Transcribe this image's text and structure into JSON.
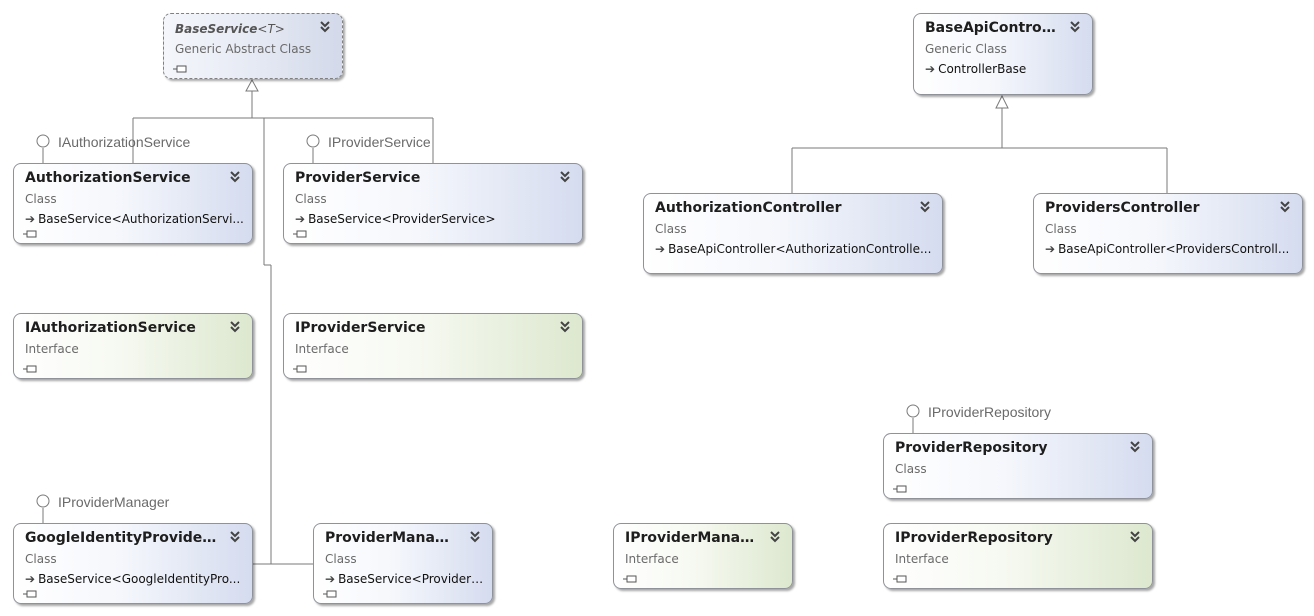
{
  "boxes": {
    "base_service": {
      "name": "BaseService",
      "type_param": "<T>",
      "stereotype": "Generic Abstract Class"
    },
    "base_api_controller": {
      "name": "BaseApiControll...",
      "stereotype": "Generic Class",
      "inherits": "ControllerBase"
    },
    "authorization_service": {
      "name": "AuthorizationService",
      "stereotype": "Class",
      "inherits": "BaseService<AuthorizationServi..."
    },
    "provider_service": {
      "name": "ProviderService",
      "stereotype": "Class",
      "inherits": "BaseService<ProviderService>"
    },
    "authorization_controller": {
      "name": "AuthorizationController",
      "stereotype": "Class",
      "inherits": "BaseApiController<AuthorizationControlle..."
    },
    "providers_controller": {
      "name": "ProvidersController",
      "stereotype": "Class",
      "inherits": "BaseApiController<ProvidersControll..."
    },
    "iauthorization_service": {
      "name": "IAuthorizationService",
      "stereotype": "Interface"
    },
    "iprovider_service": {
      "name": "IProviderService",
      "stereotype": "Interface"
    },
    "provider_repository": {
      "name": "ProviderRepository",
      "stereotype": "Class"
    },
    "google_identity_provider": {
      "name": "GoogleIdentityProvider...",
      "stereotype": "Class",
      "inherits": "BaseService<GoogleIdentityPro..."
    },
    "provider_manager": {
      "name": "ProviderManager",
      "stereotype": "Class",
      "inherits": "BaseService<Provider ..."
    },
    "iprovider_manager": {
      "name": "IProviderManager",
      "stereotype": "Interface"
    },
    "iprovider_repository": {
      "name": "IProviderRepository",
      "stereotype": "Interface"
    }
  },
  "lollipops": {
    "iauthorization_service": "IAuthorizationService",
    "iprovider_service": "IProviderService",
    "iprovider_manager": "IProviderManager",
    "iprovider_repository": "IProviderRepository"
  },
  "colors": {
    "class_gradient_end": "#d5dcef",
    "interface_gradient_end": "#dde8cf",
    "connector": "#7a7a7a"
  }
}
